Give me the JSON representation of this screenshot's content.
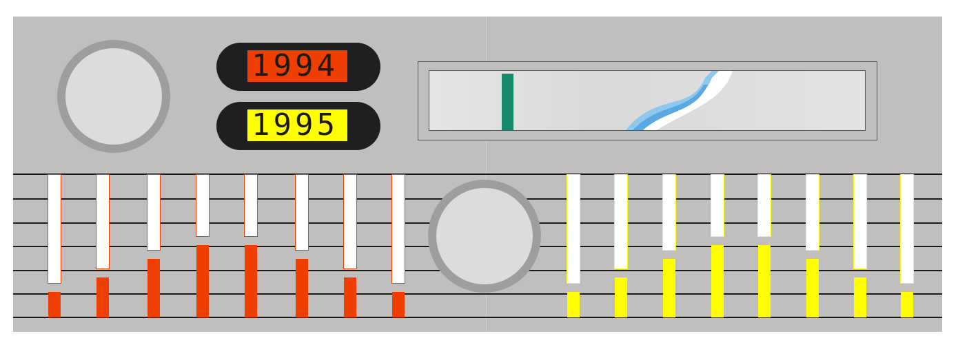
{
  "displays": [
    {
      "value": "1994",
      "color": "#ee3f00"
    },
    {
      "value": "1995",
      "color": "#ffff00"
    }
  ],
  "colors": {
    "panel": "#c0bfbe",
    "red": "#ee3f00",
    "yellow": "#ffff00",
    "needle": "#168a6a",
    "knob": "#dcdcdc",
    "knob_ring": "#9e9e9e"
  },
  "tuner": {
    "needle_position": 0.17
  },
  "meters": {
    "red": [
      0.24,
      0.38,
      0.55,
      0.68,
      0.68,
      0.55,
      0.38,
      0.24
    ],
    "yellow": [
      0.24,
      0.38,
      0.55,
      0.68,
      0.68,
      0.55,
      0.38,
      0.24
    ]
  }
}
